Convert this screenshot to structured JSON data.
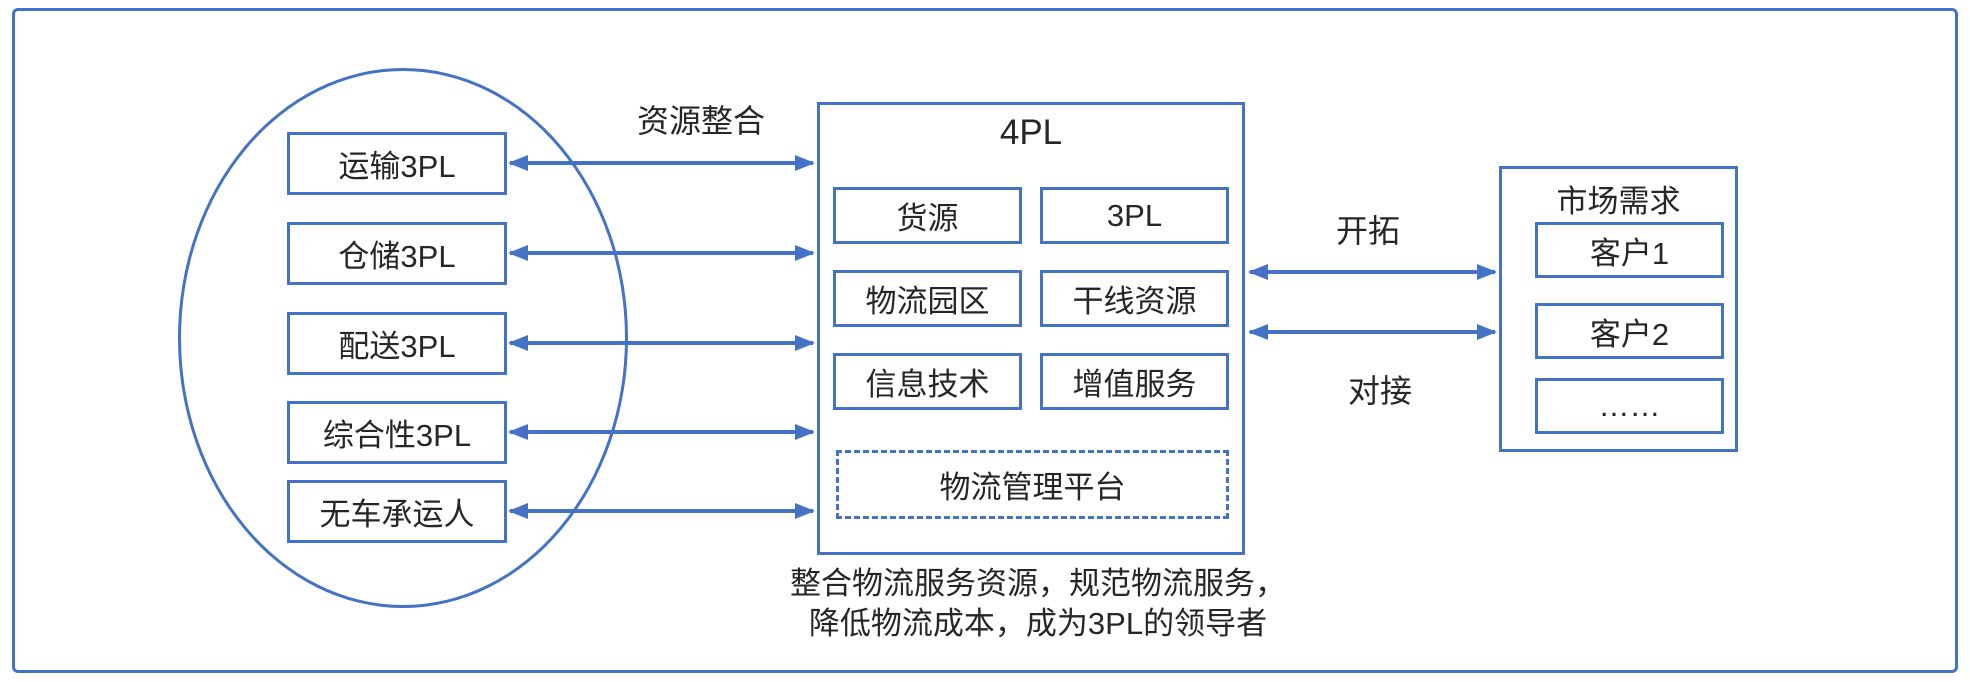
{
  "colors": {
    "accent": "#4472C4",
    "text": "#262626",
    "background": "#ffffff"
  },
  "labels": {
    "resource_integration": "资源整合",
    "expand": "开拓",
    "connect": "对接"
  },
  "left_group": {
    "boxes": [
      {
        "label": "运输3PL"
      },
      {
        "label": "仓储3PL"
      },
      {
        "label": "配送3PL"
      },
      {
        "label": "综合性3PL"
      },
      {
        "label": "无车承运人"
      }
    ]
  },
  "fourpl": {
    "title": "4PL",
    "cells": [
      {
        "label": "货源"
      },
      {
        "label": "3PL"
      },
      {
        "label": "物流园区"
      },
      {
        "label": "干线资源"
      },
      {
        "label": "信息技术"
      },
      {
        "label": "增值服务"
      }
    ],
    "platform": {
      "label": "物流管理平台"
    }
  },
  "market": {
    "title": "市场需求",
    "boxes": [
      {
        "label": "客户1"
      },
      {
        "label": "客户2"
      },
      {
        "label": "……"
      }
    ]
  },
  "caption": {
    "line1": "整合物流服务资源，规范物流服务，",
    "line2": "降低物流成本，成为3PL的领导者"
  }
}
